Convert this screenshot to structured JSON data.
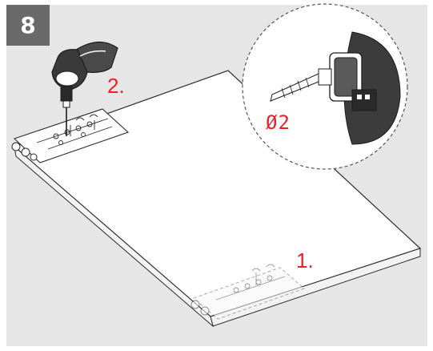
{
  "step": {
    "number": "8"
  },
  "callouts": {
    "drill_step": "2.",
    "place_step": "1.",
    "bit_size": "Ø2"
  },
  "colors": {
    "background": "#e6e6e6",
    "badge": "#6a6a6a",
    "callout": "#e8202a",
    "line": "#2a2a2a",
    "board": "#ffffff"
  },
  "icons": {
    "tool": "cordless-drill-icon",
    "jig": "drilling-template-icon",
    "bit": "drill-bit-icon"
  }
}
